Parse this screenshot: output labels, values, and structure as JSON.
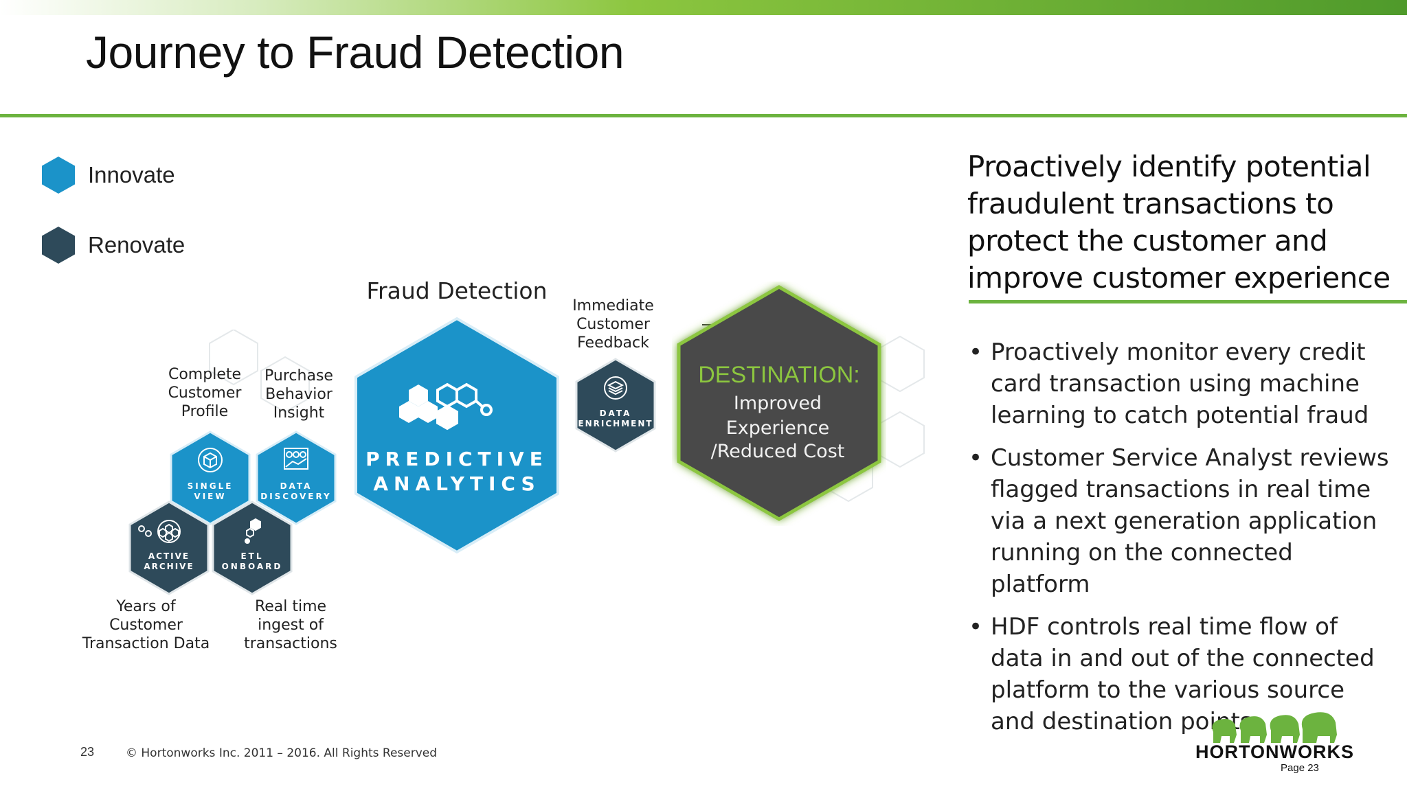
{
  "title": "Journey to Fraud Detection",
  "colors": {
    "innovate": "#1b93c9",
    "renovate": "#2e4a5a",
    "accent_green": "#6cb33f",
    "destination_fill": "#4a4a4a",
    "destination_title": "#8cc63f"
  },
  "legend": [
    {
      "label": "Innovate",
      "icon": "hexagon-icon"
    },
    {
      "label": "Renovate",
      "icon": "hexagon-icon"
    }
  ],
  "diagram": {
    "fraud_detection_label": "Fraud Detection",
    "predictive": {
      "line1": "PREDICTIVE",
      "line2": "ANALYTICS",
      "icon": "hexagon-cluster-icon"
    },
    "single_view": {
      "line1": "SINGLE",
      "line2": "VIEW",
      "caption": [
        "Complete",
        "Customer",
        "Profile"
      ],
      "icon": "cube-icon"
    },
    "data_discovery": {
      "line1": "DATA",
      "line2": "DISCOVERY",
      "caption": [
        "Purchase",
        "Behavior",
        "Insight"
      ],
      "icon": "discovery-icon"
    },
    "active_archive": {
      "line1": "ACTIVE",
      "line2": "ARCHIVE",
      "caption": [
        "Years of",
        "Customer",
        "Transaction Data"
      ],
      "icon": "archive-icon"
    },
    "etl_onboard": {
      "line1": "ETL",
      "line2": "ONBOARD",
      "caption": [
        "Real time",
        "ingest of",
        "transactions"
      ],
      "icon": "etl-icon"
    },
    "data_enrichment": {
      "line1": "DATA",
      "line2": "ENRICHMENT",
      "caption": [
        "Immediate",
        "Customer",
        "Feedback"
      ],
      "icon": "stack-icon"
    },
    "destination": {
      "title": "DESTINATION:",
      "line1": "Improved",
      "line2": "Experience",
      "line3": "/Reduced Cost"
    }
  },
  "right": {
    "heading": "Proactively identify potential fraudulent transactions to protect the customer and improve customer experience",
    "bullets": [
      "Proactively monitor every credit card transaction using machine learning to catch potential fraud",
      "Customer Service Analyst reviews flagged transactions in real time via a next generation application running on the connected platform",
      "HDF controls real time flow of data in and out of the connected platform to the various source and destination points"
    ]
  },
  "footer": {
    "page_number": "23",
    "copyright": "© Hortonworks Inc. 2011 – 2016. All Rights Reserved",
    "logo_text": "HORTONWORKS",
    "logo_page": "Page 23"
  }
}
